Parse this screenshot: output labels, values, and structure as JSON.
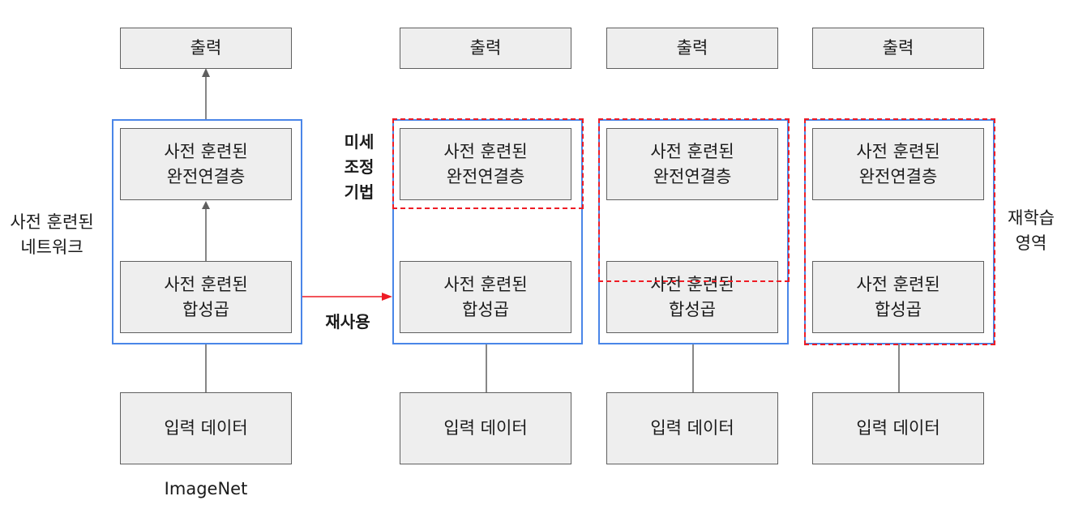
{
  "labels": {
    "output": "출력",
    "pretrained_fc": "사전 훈련된\n완전연결층",
    "pretrained_conv": "사전 훈련된\n합성곱",
    "input_data": "입력 데이터",
    "pretrained_network": "사전 훈련된\n네트워크",
    "imagenet": "ImageNet",
    "fine_tuning": "미세\n조정\n기법",
    "reuse": "재사용",
    "retrain_area": "재학습\n영역"
  },
  "colors": {
    "box_fill": "#eeeeee",
    "box_border": "#5f5f5f",
    "frame_blue": "#4a86e8",
    "dash_red": "#ee1c25",
    "arrow_gray": "#5f5f5f"
  }
}
